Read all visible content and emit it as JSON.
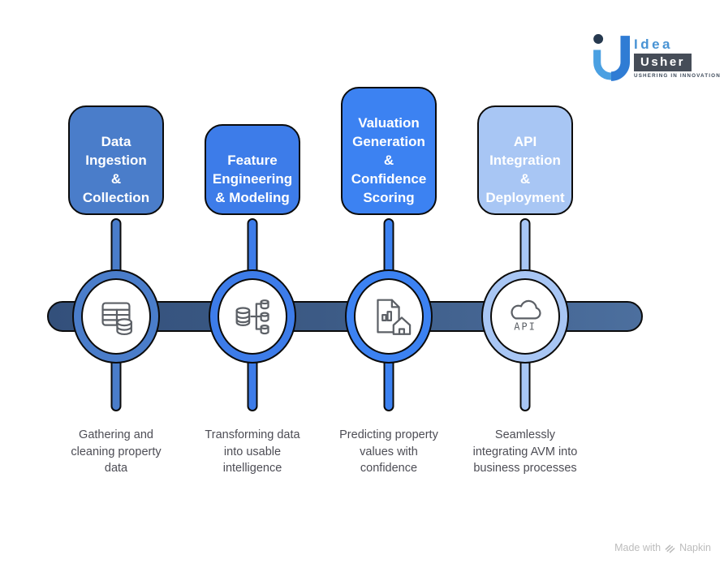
{
  "logo": {
    "brand_top": "Idea",
    "brand_bottom": "Usher",
    "tagline": "USHERING IN INNOVATION"
  },
  "steps": [
    {
      "title": "Data\nIngestion\n&\nCollection",
      "description": "Gathering and\ncleaning property\ndata",
      "color": "#4a7dca",
      "icon": "table-database-icon"
    },
    {
      "title": "Feature\nEngineering\n& Modeling",
      "description": "Transforming data\ninto usable\nintelligence",
      "color": "#3d7ce9",
      "icon": "data-transform-icon"
    },
    {
      "title": "Valuation\nGeneration\n&\nConfidence\nScoring",
      "description": "Predicting property\nvalues with\nconfidence",
      "color": "#3c82f2",
      "icon": "valuation-report-icon"
    },
    {
      "title": "API\nIntegration\n&\nDeployment",
      "description": "Seamlessly\nintegrating AVM into\nbusiness processes",
      "color": "#a8c6f4",
      "icon": "cloud-api-icon",
      "icon_label": "API"
    }
  ],
  "timeline": {
    "bar_color_left": "#33507b",
    "bar_color_right": "#4c6f9e"
  },
  "footer": {
    "prefix": "Made with",
    "brand": "Napkin"
  }
}
